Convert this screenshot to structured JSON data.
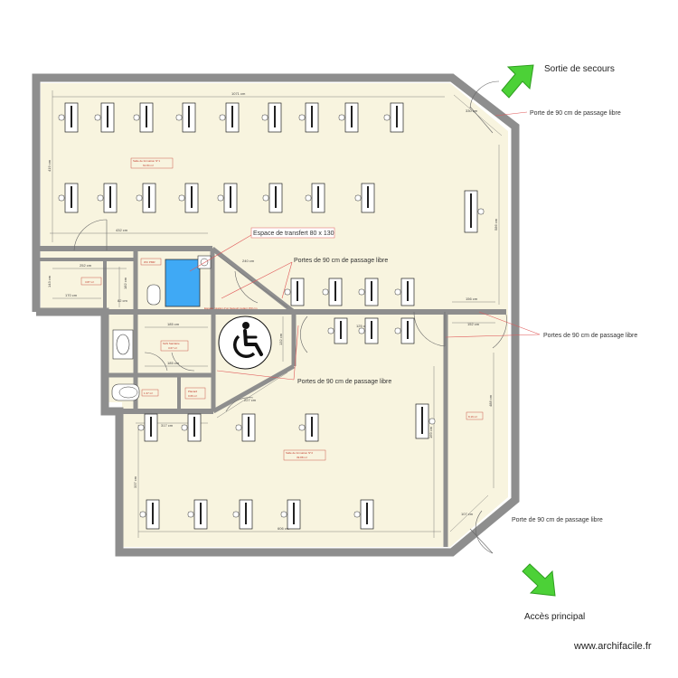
{
  "callouts": {
    "emergency_exit": "Sortie de secours",
    "door_top": "Porte de 90 cm de passage libre",
    "transfer_space": "Espace de transfert 80 x 130",
    "doors_center": "Portes de 90 cm de passage libre",
    "doors_right": "Portes de 90 cm de passage libre",
    "doors_lower": "Portes de 90 cm de passage libre",
    "turning_space": "Espace rotation d'un fauteuil roulant 150 cm",
    "door_main": "Porte de 90 cm de passage libre",
    "main_access": "Accès principal",
    "watermark": "www.archifacile.fr"
  },
  "rooms": {
    "room1_name": "Salle de formation N°1",
    "room1_area": "61.84 m²",
    "room2_name": "Salle de formation N°2",
    "room2_area": "39.88 m²",
    "storage_area": "3.87 m²",
    "wc_pmr": "WC PMR",
    "wc_side": "SAS Sanitaire",
    "wc_side_area": "3.67 m²",
    "small_wc_area": "1.37 m²",
    "placard": "Placard",
    "placard_area": "0.66 m²",
    "corridor_area": "8.16 m²"
  },
  "dimensions": {
    "top": "1071 cm",
    "left_upper": "419 cm",
    "angle_top": "330 cm",
    "right_upper": "586 cm",
    "mid_left": "432 cm",
    "storage_w": "252 cm",
    "storage_h": "143 cm",
    "storage_bottom": "170 cm",
    "wc_w": "82 cm",
    "wc_h": "182 cm",
    "diag_upper": "240 cm",
    "mid_right": "156 cm",
    "corr_top": "152 cm",
    "wc_inner": "185 cm",
    "wc_inner_b": "185 cm",
    "corr_v": "132 cm",
    "side_v": "125 cm",
    "diag_lower": "227 cm",
    "room2_top": "317 cm",
    "room2_left": "337 cm",
    "room2_bottom": "606 cm",
    "room2_right": "169 cm",
    "corridor_right": "488 cm",
    "angle_bottom": "107 cm"
  }
}
